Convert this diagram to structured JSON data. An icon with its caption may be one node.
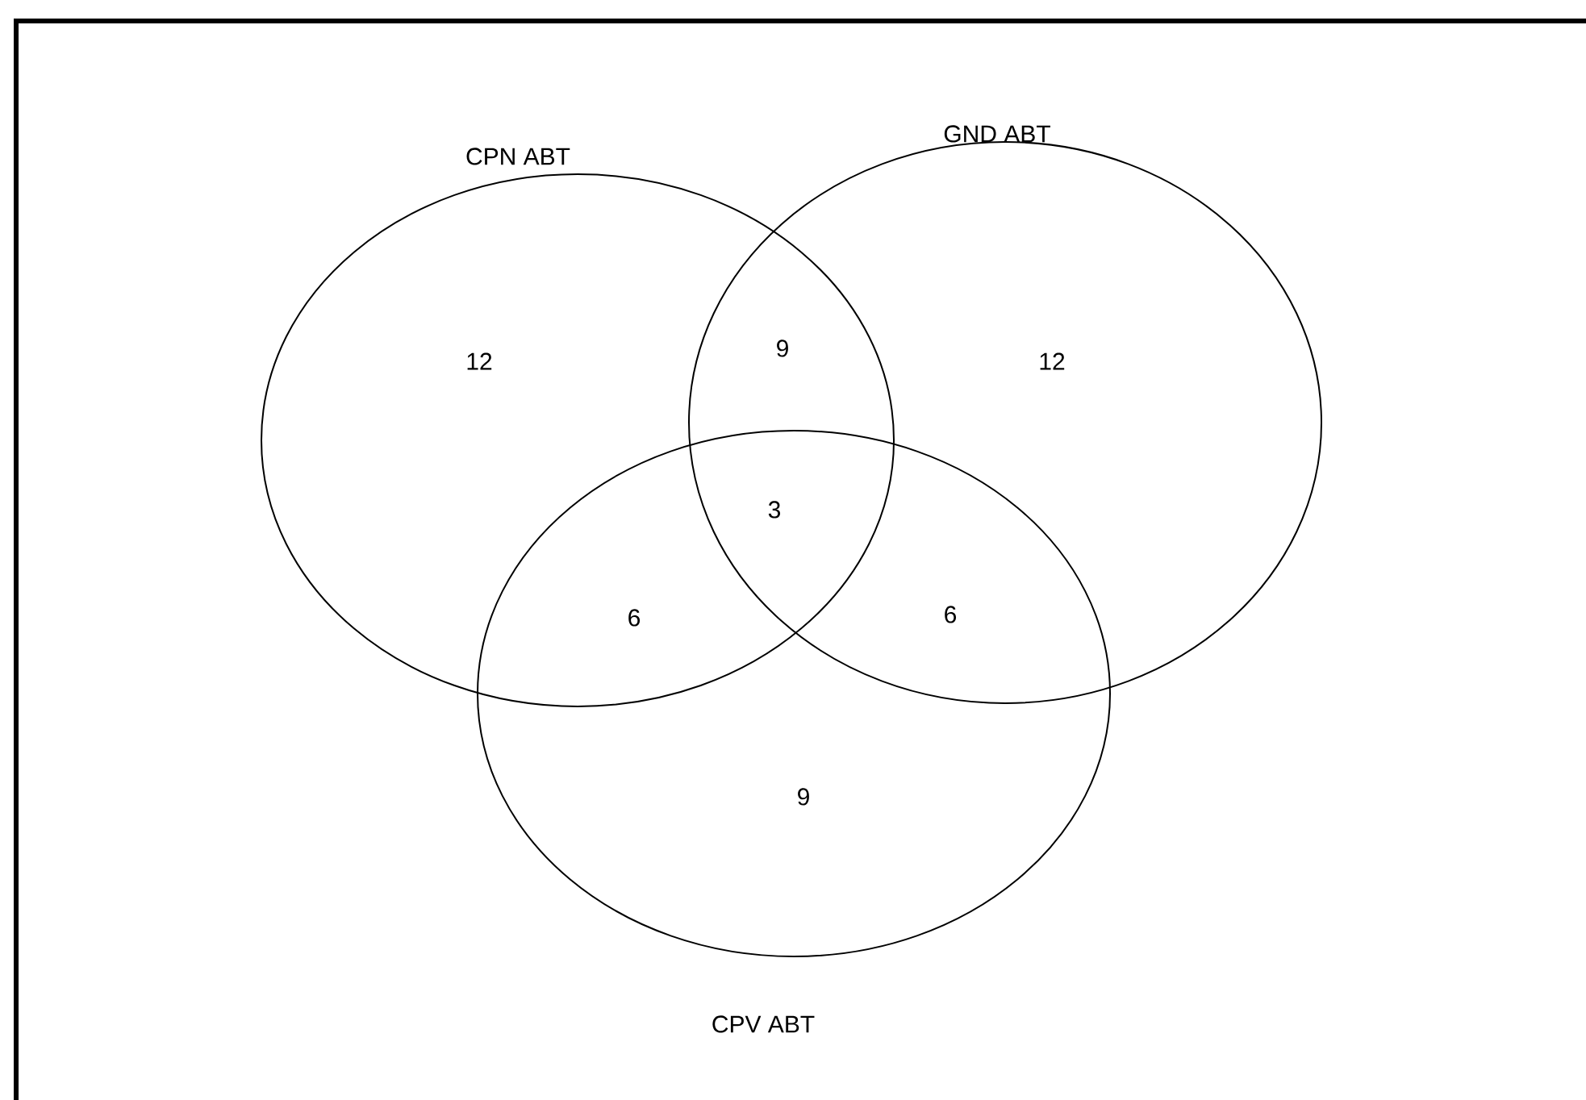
{
  "diagram": {
    "nodes": [
      {
        "text": [
          "CPN ABT"
        ]
      },
      {
        "text": [
          "GND ABT"
        ]
      },
      {
        "text": [
          "CPV ABT"
        ]
      }
    ],
    "labels": [
      "12",
      "9",
      "12",
      "3",
      "6",
      "6",
      "9"
    ]
  }
}
